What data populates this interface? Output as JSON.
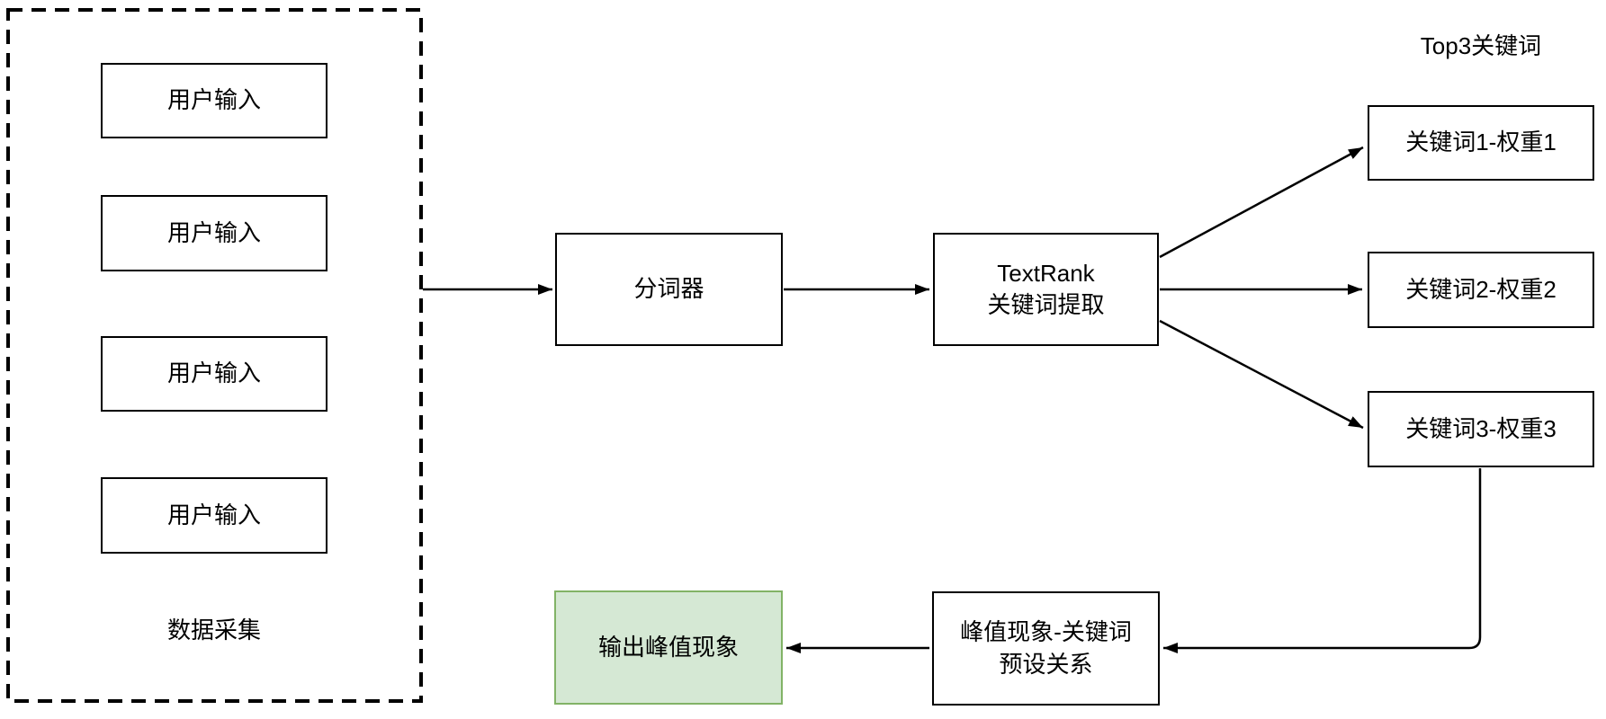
{
  "diagram_title": "keyword-extraction-flowchart",
  "group": {
    "label": "数据采集",
    "inputs": [
      "用户输入",
      "用户输入",
      "用户输入",
      "用户输入"
    ]
  },
  "nodes": {
    "tokenizer": {
      "label": "分词器"
    },
    "textrank": {
      "line1": "TextRank",
      "line2": "关键词提取"
    },
    "keyword1": {
      "label": "关键词1-权重1"
    },
    "keyword2": {
      "label": "关键词2-权重2"
    },
    "keyword3": {
      "label": "关键词3-权重3"
    },
    "mapping": {
      "line1": "峰值现象-关键词",
      "line2": "预设关系"
    },
    "output": {
      "label": "输出峰值现象"
    }
  },
  "captions": {
    "top3": "Top3关键词"
  },
  "colors": {
    "line": "#000000",
    "box_border": "#000000",
    "box_fill": "#ffffff",
    "text": "#000000",
    "output_fill": "#d5e8d4",
    "output_border": "#82b366"
  }
}
